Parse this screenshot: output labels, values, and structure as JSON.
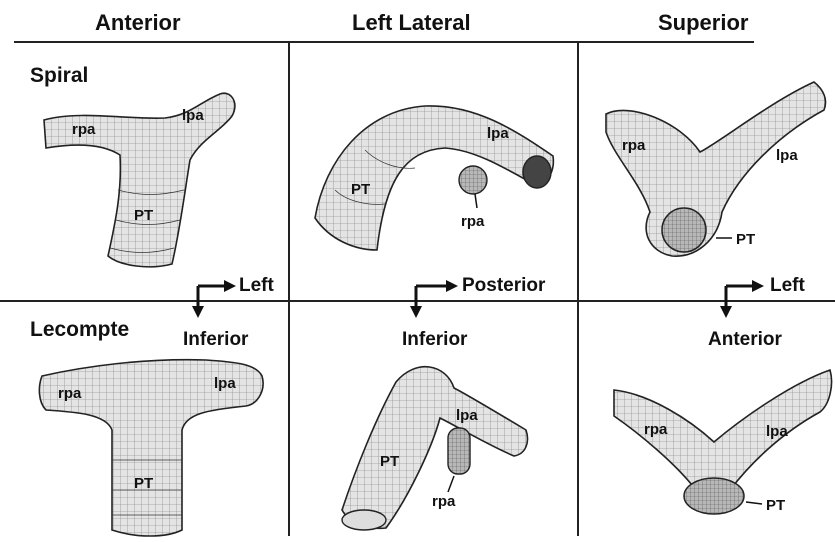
{
  "headers": {
    "anterior": "Anterior",
    "left_lateral": "Left Lateral",
    "superior": "Superior"
  },
  "rows": {
    "spiral": "Spiral",
    "lecompte": "Lecompte"
  },
  "orientation": {
    "anterior": {
      "right": "Left",
      "down": "Inferior"
    },
    "left_lateral": {
      "right": "Posterior",
      "down": "Inferior"
    },
    "superior": {
      "right": "Left",
      "down": "Anterior"
    }
  },
  "labels": {
    "rpa": "rpa",
    "lpa": "lpa",
    "pt": "PT"
  }
}
